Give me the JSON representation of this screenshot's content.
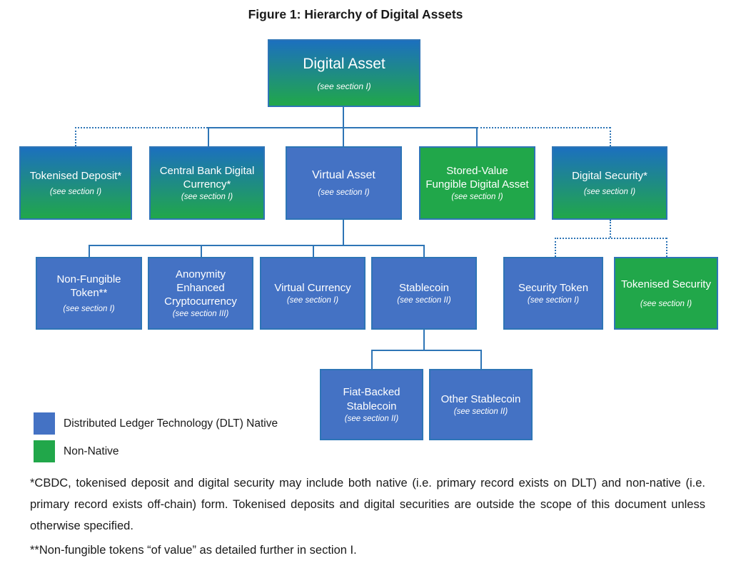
{
  "title": "Figure 1: Hierarchy of Digital Assets",
  "colors": {
    "dlt_native_blue": "#4472C4",
    "non_native_green": "#21A74A",
    "gradient_top": "#1C70BE",
    "gradient_bottom": "#21A74A",
    "box_border": "#2E75B6",
    "connector": "#2E75B6"
  },
  "nodes": {
    "digital_asset": {
      "label": "Digital Asset",
      "caption": "(see section I)"
    },
    "tokenised_deposit": {
      "label": "Tokenised Deposit*",
      "caption": "(see section I)"
    },
    "cbdc": {
      "label": "Central Bank Digital Currency*",
      "caption": "(see section I)"
    },
    "virtual_asset": {
      "label": "Virtual Asset",
      "caption": "(see section I)"
    },
    "stored_value": {
      "label": "Stored-Value Fungible Digital Asset",
      "caption": "(see section I)"
    },
    "digital_security": {
      "label": "Digital Security*",
      "caption": "(see section I)"
    },
    "nft": {
      "label": "Non-Fungible Token**",
      "caption": "(see section I)"
    },
    "aec": {
      "label": "Anonymity Enhanced Cryptocurrency",
      "caption": "(see section III)"
    },
    "virtual_currency": {
      "label": "Virtual Currency",
      "caption": "(see section I)"
    },
    "stablecoin": {
      "label": "Stablecoin",
      "caption": "(see section II)"
    },
    "security_token": {
      "label": "Security Token",
      "caption": "(see section I)"
    },
    "tokenised_security": {
      "label": "Tokenised Security",
      "caption": "(see section I)"
    },
    "fiat_backed": {
      "label": "Fiat-Backed Stablecoin",
      "caption": "(see section II)"
    },
    "other_stablecoin": {
      "label": "Other Stablecoin",
      "caption": "(see section II)"
    }
  },
  "legend": [
    {
      "label": "Distributed Ledger Technology (DLT) Native",
      "color": "#4472C4"
    },
    {
      "label": "Non-Native",
      "color": "#21A74A"
    }
  ],
  "footnotes": [
    "*CBDC, tokenised deposit and digital security may include both native (i.e. primary record exists on DLT) and non-native (i.e. primary record exists off-chain) form. Tokenised deposits and digital securities are outside the scope of this document unless otherwise specified.",
    "**Non-fungible tokens “of value” as detailed further in section I."
  ]
}
